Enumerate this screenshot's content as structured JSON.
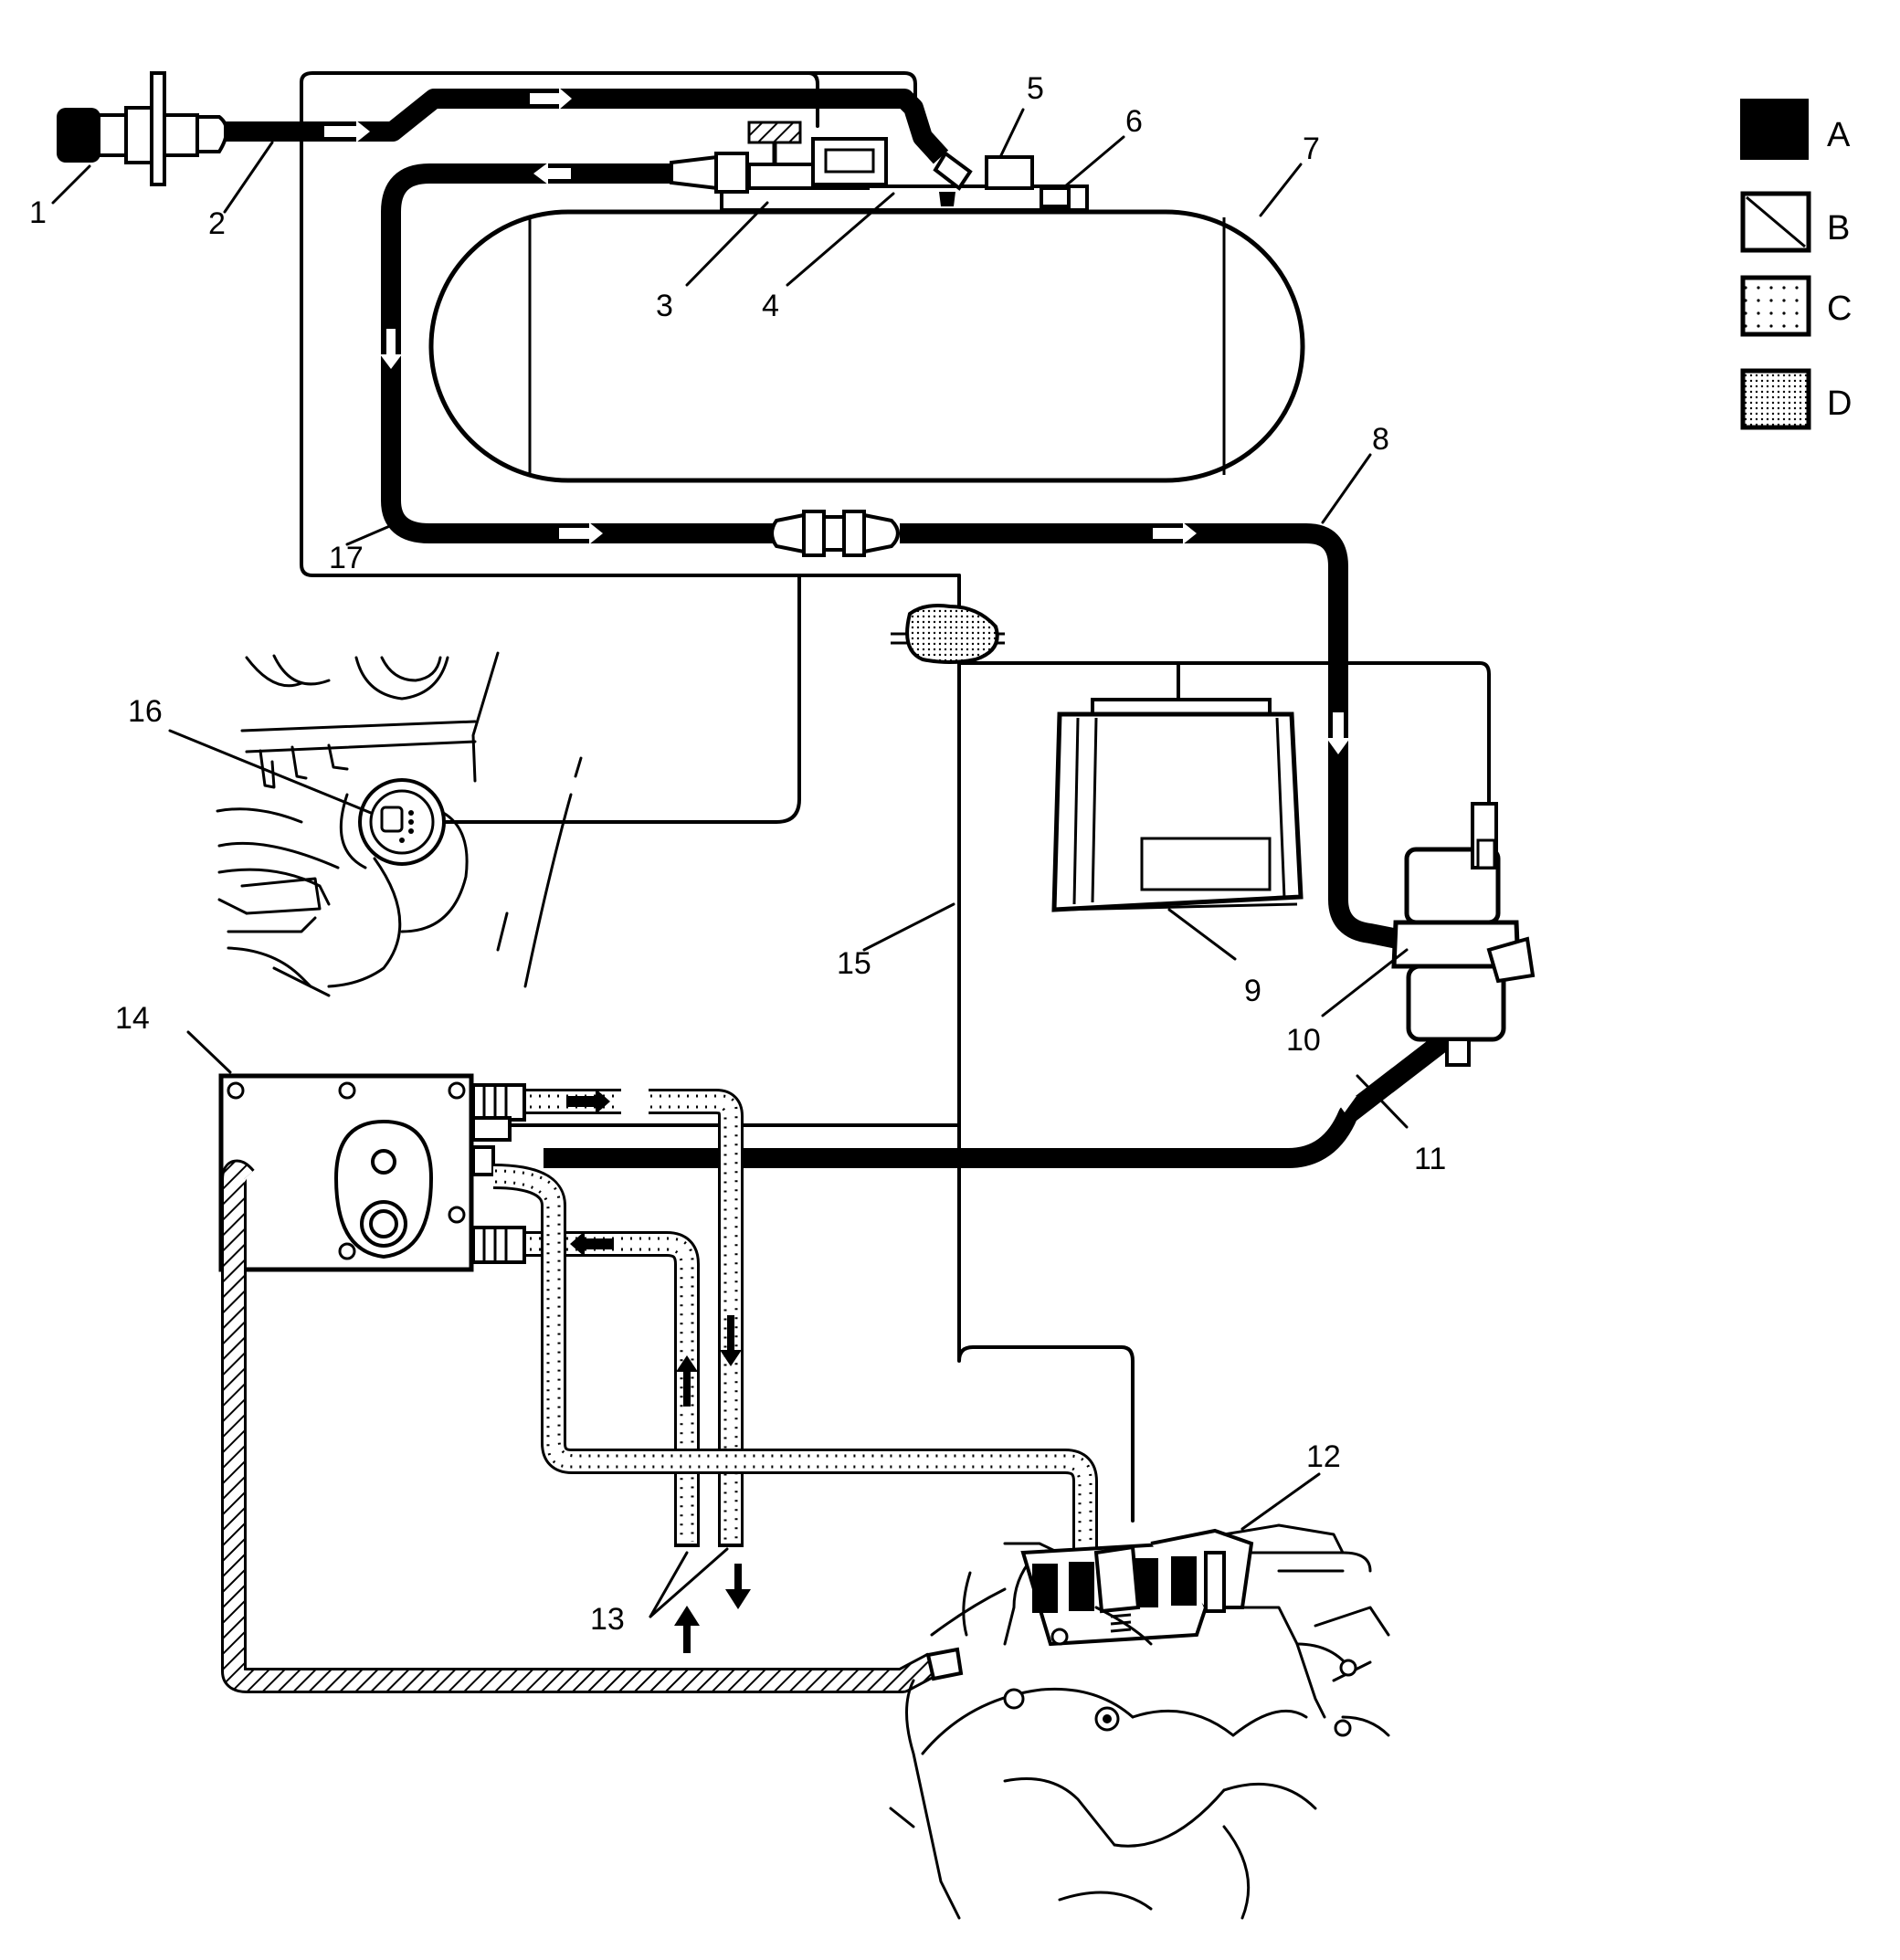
{
  "legend": [
    {
      "id": "A",
      "label": "A",
      "pattern": "solid"
    },
    {
      "id": "B",
      "label": "B",
      "pattern": "diagonal"
    },
    {
      "id": "C",
      "label": "C",
      "pattern": "sparse-dots"
    },
    {
      "id": "D",
      "label": "D",
      "pattern": "dense-dots"
    }
  ],
  "callouts": {
    "c1": "1",
    "c2": "2",
    "c3": "3",
    "c4": "4",
    "c5": "5",
    "c6": "6",
    "c7": "7",
    "c8": "8",
    "c9": "9",
    "c10": "10",
    "c11": "11",
    "c12": "12",
    "c13": "13",
    "c14": "14",
    "c15": "15",
    "c16": "16",
    "c17": "17"
  },
  "colors": {
    "line": "#000000",
    "background": "#ffffff"
  }
}
